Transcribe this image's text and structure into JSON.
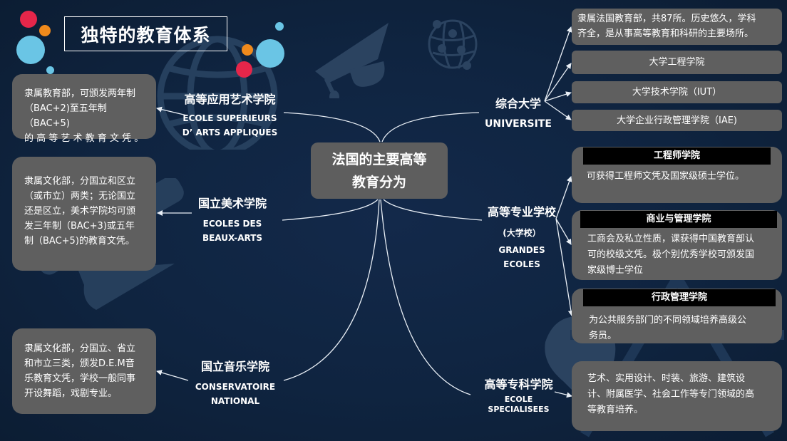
{
  "title": "独特的教育体系",
  "center": {
    "line1": "法国的主要高等",
    "line2": "教育分为"
  },
  "left_branches": [
    {
      "cn": "高等应用艺术学院",
      "fr_line1": "ECOLE SUPERIEURS",
      "fr_line2": "D’ ARTS APPLIQUES",
      "desc_lines": [
        "隶属教育部，可颁发两年制",
        "（BAC+2)至五年制（BAC+5)",
        "的 高 等 艺 术 教 育 文 凭 。"
      ]
    },
    {
      "cn": "国立美术学院",
      "fr_line1": "ECOLES DES",
      "fr_line2": "BEAUX-ARTS",
      "desc_lines": [
        "隶属文化部，分国立和区立",
        "（或市立）两类；无论国立",
        "还是区立，美术学院均可颁",
        "发三年制（BAC+3)或五年",
        "制（BAC+5)的教育文凭。"
      ]
    },
    {
      "cn": "国立音乐学院",
      "fr_line1": "CONSERVATOIRE",
      "fr_line2": "NATIONAL",
      "desc_lines": [
        "隶属文化部，分国立、省立",
        "和市立三类，颁发D.E.M音",
        "乐教育文凭，学校一般同事",
        "开设舞蹈，戏剧专业。"
      ]
    }
  ],
  "right_branches": {
    "universite": {
      "cn": "综合大学",
      "fr": "UNIVERSITE",
      "items": [
        {
          "lines": [
            "隶属法国教育部，共87所。历史悠久，学科",
            "齐全，是从事高等教育和科研的主要场所。"
          ]
        },
        {
          "lines": [
            "大学工程学院"
          ]
        },
        {
          "lines": [
            "大学技术学院（IUT）"
          ]
        },
        {
          "lines": [
            "大学企业行政管理学院（IAE)"
          ]
        }
      ]
    },
    "grandes_ecoles": {
      "cn": "高等专业学校",
      "sub": "(大学校）",
      "fr_line1": "GRANDES",
      "fr_line2": "ECOLES",
      "cards": [
        {
          "header": "工程师学院",
          "lines": [
            "可获得工程师文凭及国家级硕士学位。"
          ]
        },
        {
          "header": "商业与管理学院",
          "lines": [
            "工商会及私立性质，课获得中国教育部认",
            "可的校级文凭。极个别优秀学校可颁发国",
            "家级博士学位"
          ]
        },
        {
          "header": "行政管理学院",
          "lines": [
            "为公共服务部门的不同领域培养高级公",
            "务员。"
          ]
        }
      ]
    },
    "specialisees": {
      "cn": "高等专科学院",
      "fr_line1": "ECOLE",
      "fr_line2": "SPECIALISEES",
      "lines": [
        "艺术、实用设计、时装、旅游、建筑设",
        "计、附属医学、社会工作等专门领域的高",
        "等教育培养。"
      ]
    }
  },
  "decor": {
    "icons": [
      "graduation-cap-icon",
      "globe-network-icon",
      "globe-icon",
      "pencil-icon",
      "map-pin-icon"
    ],
    "colors": {
      "background": "#0f2440",
      "box_gray": "#5f5f5f",
      "red_dot": "#e5264a",
      "orange_dot": "#f08a1c",
      "blue_dot": "#6ac5e5",
      "deco_icon": "#2b4360"
    }
  }
}
